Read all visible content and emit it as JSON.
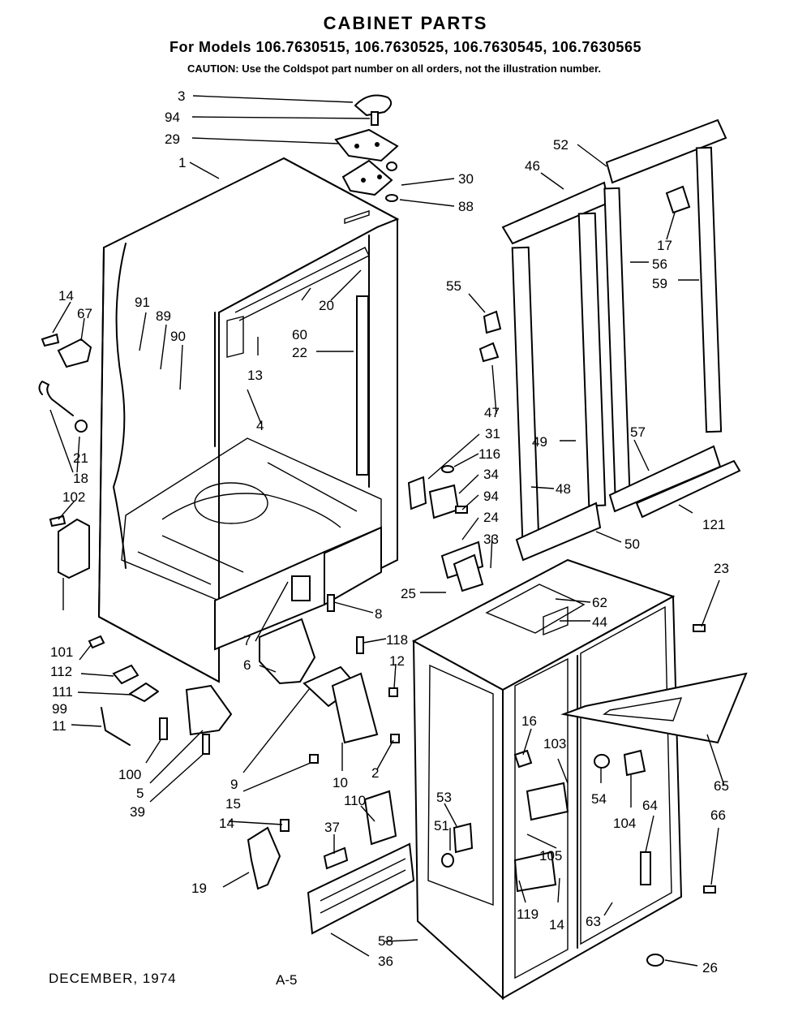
{
  "header": {
    "title": "CABINET PARTS",
    "models": "For Models 106.7630515, 106.7630525, 106.7630545, 106.7630565",
    "caution": "CAUTION: Use the Coldspot part number on all orders, not the illustration number."
  },
  "footer": {
    "date": "DECEMBER, 1974",
    "page": "A-5"
  },
  "callouts": [
    "3",
    "94",
    "29",
    "1",
    "30",
    "88",
    "52",
    "46",
    "14",
    "67",
    "91",
    "89",
    "90",
    "55",
    "17",
    "56",
    "59",
    "20",
    "60",
    "13",
    "22",
    "4",
    "21",
    "18",
    "102",
    "47",
    "31",
    "116",
    "34",
    "94",
    "24",
    "49",
    "57",
    "48",
    "121",
    "50",
    "33",
    "25",
    "23",
    "62",
    "44",
    "8",
    "118",
    "12",
    "7",
    "6",
    "101",
    "112",
    "111",
    "99",
    "11",
    "100",
    "5",
    "39",
    "9",
    "15",
    "10",
    "2",
    "16",
    "103",
    "54",
    "104",
    "64",
    "65",
    "66",
    "53",
    "51",
    "110",
    "37",
    "14",
    "19",
    "105",
    "119",
    "14",
    "63",
    "58",
    "36",
    "26"
  ]
}
